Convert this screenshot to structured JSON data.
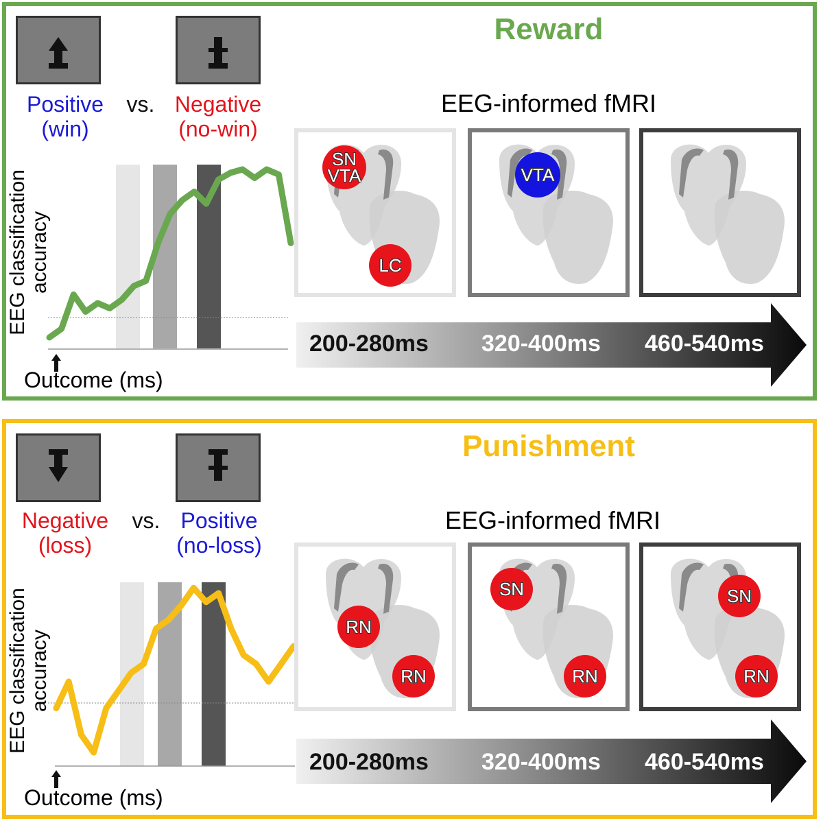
{
  "reward": {
    "title": "Reward",
    "cue_left_label_1": "Positive",
    "cue_left_label_2": "(win)",
    "vs": "vs.",
    "cue_right_label_1": "Negative",
    "cue_right_label_2": "(no-win)",
    "ylabel": "EEG classification accuracy",
    "xlabel": "Outcome (ms)",
    "fmri_title": "EEG-informed fMRI",
    "windows": [
      "200-280ms",
      "320-400ms",
      "460-540ms"
    ],
    "regions": [
      [
        {
          "label": "SN VTA",
          "color": "#e8141c"
        },
        {
          "label": "LC",
          "color": "#e8141c"
        }
      ],
      [
        {
          "label": "VTA",
          "color": "#1414e0"
        }
      ],
      []
    ],
    "line_color": "#6aa84f"
  },
  "punishment": {
    "title": "Punishment",
    "cue_left_label_1": "Negative",
    "cue_left_label_2": "(loss)",
    "vs": "vs.",
    "cue_right_label_1": "Positive",
    "cue_right_label_2": "(no-loss)",
    "ylabel": "EEG classification accuracy",
    "xlabel": "Outcome (ms)",
    "fmri_title": "EEG-informed fMRI",
    "windows": [
      "200-280ms",
      "320-400ms",
      "460-540ms"
    ],
    "regions": [
      [
        {
          "label": "RN",
          "color": "#e8141c"
        },
        {
          "label": "RN",
          "color": "#e8141c"
        }
      ],
      [
        {
          "label": "SN",
          "color": "#e8141c"
        },
        {
          "label": "RN",
          "color": "#e8141c"
        }
      ],
      [
        {
          "label": "SN",
          "color": "#e8141c"
        },
        {
          "label": "RN",
          "color": "#e8141c"
        }
      ]
    ],
    "line_color": "#f6be16"
  },
  "chart_data": [
    {
      "type": "line",
      "series": [
        {
          "values": [
            0.0,
            0.05,
            0.25,
            0.15,
            0.2,
            0.17,
            0.22,
            0.3,
            0.33,
            0.55,
            0.72,
            0.8,
            0.85,
            0.78,
            0.92,
            0.96,
            0.98,
            0.93,
            0.98,
            0.95,
            0.55
          ]
        }
      ]
    },
    {
      "type": "line",
      "series": [
        {
          "values": [
            0.3,
            0.45,
            0.15,
            0.05,
            0.3,
            0.4,
            0.5,
            0.55,
            0.75,
            0.8,
            0.88,
            0.98,
            0.9,
            0.95,
            0.75,
            0.6,
            0.55,
            0.45,
            0.55,
            0.65
          ]
        }
      ]
    }
  ]
}
